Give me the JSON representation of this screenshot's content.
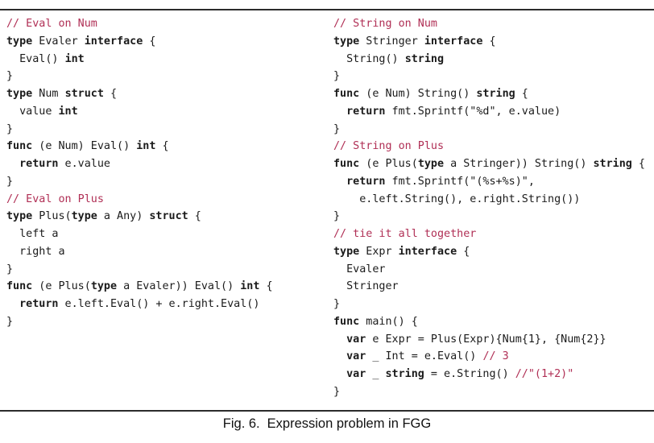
{
  "figure": {
    "caption_label": "Fig. 6.",
    "caption_title": "Expression problem in FGG"
  },
  "colors": {
    "background": "#ffffff",
    "code_text": "#1b1b1b",
    "comment": "#b02f55",
    "rule": "#2b2b2b"
  },
  "code": {
    "left": [
      [
        [
          "c",
          "// Eval on Num"
        ]
      ],
      [
        [
          "k",
          "type"
        ],
        [
          "t",
          " Evaler "
        ],
        [
          "k",
          "interface"
        ],
        [
          "t",
          " {"
        ]
      ],
      [
        [
          "t",
          "  Eval() "
        ],
        [
          "k",
          "int"
        ]
      ],
      [
        [
          "t",
          "}"
        ]
      ],
      [
        [
          "k",
          "type"
        ],
        [
          "t",
          " Num "
        ],
        [
          "k",
          "struct"
        ],
        [
          "t",
          " {"
        ]
      ],
      [
        [
          "t",
          "  value "
        ],
        [
          "k",
          "int"
        ]
      ],
      [
        [
          "t",
          "}"
        ]
      ],
      [
        [
          "k",
          "func"
        ],
        [
          "t",
          " (e Num) Eval() "
        ],
        [
          "k",
          "int"
        ],
        [
          "t",
          " {"
        ]
      ],
      [
        [
          "t",
          "  "
        ],
        [
          "k",
          "return"
        ],
        [
          "t",
          " e.value"
        ]
      ],
      [
        [
          "t",
          "}"
        ]
      ],
      [
        [
          "c",
          "// Eval on Plus"
        ]
      ],
      [
        [
          "k",
          "type"
        ],
        [
          "t",
          " Plus("
        ],
        [
          "k",
          "type"
        ],
        [
          "t",
          " a Any) "
        ],
        [
          "k",
          "struct"
        ],
        [
          "t",
          " {"
        ]
      ],
      [
        [
          "t",
          "  left a"
        ]
      ],
      [
        [
          "t",
          "  right a"
        ]
      ],
      [
        [
          "t",
          "}"
        ]
      ],
      [
        [
          "k",
          "func"
        ],
        [
          "t",
          " (e Plus("
        ],
        [
          "k",
          "type"
        ],
        [
          "t",
          " a Evaler)) Eval() "
        ],
        [
          "k",
          "int"
        ],
        [
          "t",
          " {"
        ]
      ],
      [
        [
          "t",
          "  "
        ],
        [
          "k",
          "return"
        ],
        [
          "t",
          " e.left.Eval() + e.right.Eval()"
        ]
      ],
      [
        [
          "t",
          "}"
        ]
      ]
    ],
    "right": [
      [
        [
          "c",
          "// String on Num"
        ]
      ],
      [
        [
          "k",
          "type"
        ],
        [
          "t",
          " Stringer "
        ],
        [
          "k",
          "interface"
        ],
        [
          "t",
          " {"
        ]
      ],
      [
        [
          "t",
          "  String() "
        ],
        [
          "k",
          "string"
        ]
      ],
      [
        [
          "t",
          "}"
        ]
      ],
      [
        [
          "k",
          "func"
        ],
        [
          "t",
          " (e Num) String() "
        ],
        [
          "k",
          "string"
        ],
        [
          "t",
          " {"
        ]
      ],
      [
        [
          "t",
          "  "
        ],
        [
          "k",
          "return"
        ],
        [
          "t",
          " fmt.Sprintf(\"%d\", e.value)"
        ]
      ],
      [
        [
          "t",
          "}"
        ]
      ],
      [
        [
          "c",
          "// String on Plus"
        ]
      ],
      [
        [
          "k",
          "func"
        ],
        [
          "t",
          " (e Plus("
        ],
        [
          "k",
          "type"
        ],
        [
          "t",
          " a Stringer)) String() "
        ],
        [
          "k",
          "string"
        ],
        [
          "t",
          " {"
        ]
      ],
      [
        [
          "t",
          "  "
        ],
        [
          "k",
          "return"
        ],
        [
          "t",
          " fmt.Sprintf(\"(%s+%s)\","
        ]
      ],
      [
        [
          "t",
          "    e.left.String(), e.right.String())"
        ]
      ],
      [
        [
          "t",
          "}"
        ]
      ],
      [
        [
          "c",
          "// tie it all together"
        ]
      ],
      [
        [
          "k",
          "type"
        ],
        [
          "t",
          " Expr "
        ],
        [
          "k",
          "interface"
        ],
        [
          "t",
          " {"
        ]
      ],
      [
        [
          "t",
          "  Evaler"
        ]
      ],
      [
        [
          "t",
          "  Stringer"
        ]
      ],
      [
        [
          "t",
          "}"
        ]
      ],
      [
        [
          "k",
          "func"
        ],
        [
          "t",
          " main() {"
        ]
      ],
      [
        [
          "t",
          "  "
        ],
        [
          "k",
          "var"
        ],
        [
          "t",
          " e Expr = Plus(Expr){Num{1}, {Num{2}}"
        ]
      ],
      [
        [
          "t",
          "  "
        ],
        [
          "k",
          "var"
        ],
        [
          "t",
          " _ Int = e.Eval() "
        ],
        [
          "c",
          "// 3"
        ]
      ],
      [
        [
          "t",
          "  "
        ],
        [
          "k",
          "var"
        ],
        [
          "t",
          " _ "
        ],
        [
          "k",
          "string"
        ],
        [
          "t",
          " = e.String() "
        ],
        [
          "c",
          "//\"(1+2)\""
        ]
      ],
      [
        [
          "t",
          "}"
        ]
      ]
    ]
  }
}
